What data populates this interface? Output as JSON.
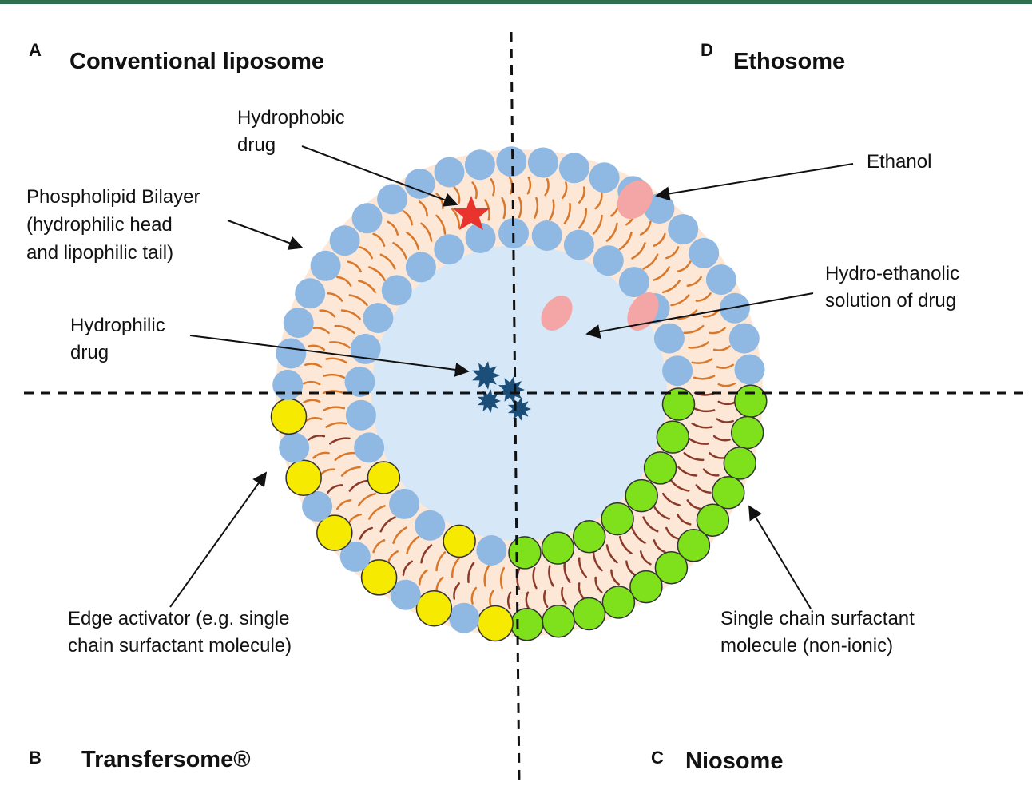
{
  "quadrants": {
    "a": {
      "letter": "A",
      "title": "Conventional liposome"
    },
    "b": {
      "letter": "B",
      "title": "Transfersome®"
    },
    "c": {
      "letter": "C",
      "title": "Niosome"
    },
    "d": {
      "letter": "D",
      "title": "Ethosome"
    }
  },
  "labels": {
    "hydrophobic_drug": [
      "Hydrophobic",
      "drug"
    ],
    "phospholipid": [
      "Phospholipid  Bilayer",
      "(hydrophilic  head",
      "and lipophilic tail)"
    ],
    "hydrophilic_drug": [
      "Hydrophilic",
      "drug"
    ],
    "ethanol": [
      "Ethanol"
    ],
    "hydro_ethanolic": [
      "Hydro-ethanolic",
      "solution of drug"
    ],
    "edge_activator": [
      "Edge activator (e.g. single",
      "chain surfactant molecule)"
    ],
    "single_chain": [
      "Single  chain  surfactant",
      "molecule  (non-ionic)"
    ]
  },
  "colors": {
    "phospholipid_head": "#8fb8e3",
    "surfactant_head_yellow": "#f5ea00",
    "surfactant_head_green": "#7fe01c",
    "bilayer_fill": "#fde8d8",
    "core_fill": "#d6e7f7",
    "lipid_tail": "#d9782a",
    "surfactant_tail": "#8b3a2a",
    "ethanol": "#f4a6a6",
    "hydrophobic_drug": "#e8342c",
    "hydrophilic_drug": "#1b4f7a",
    "rule": "#2f6f4e"
  }
}
